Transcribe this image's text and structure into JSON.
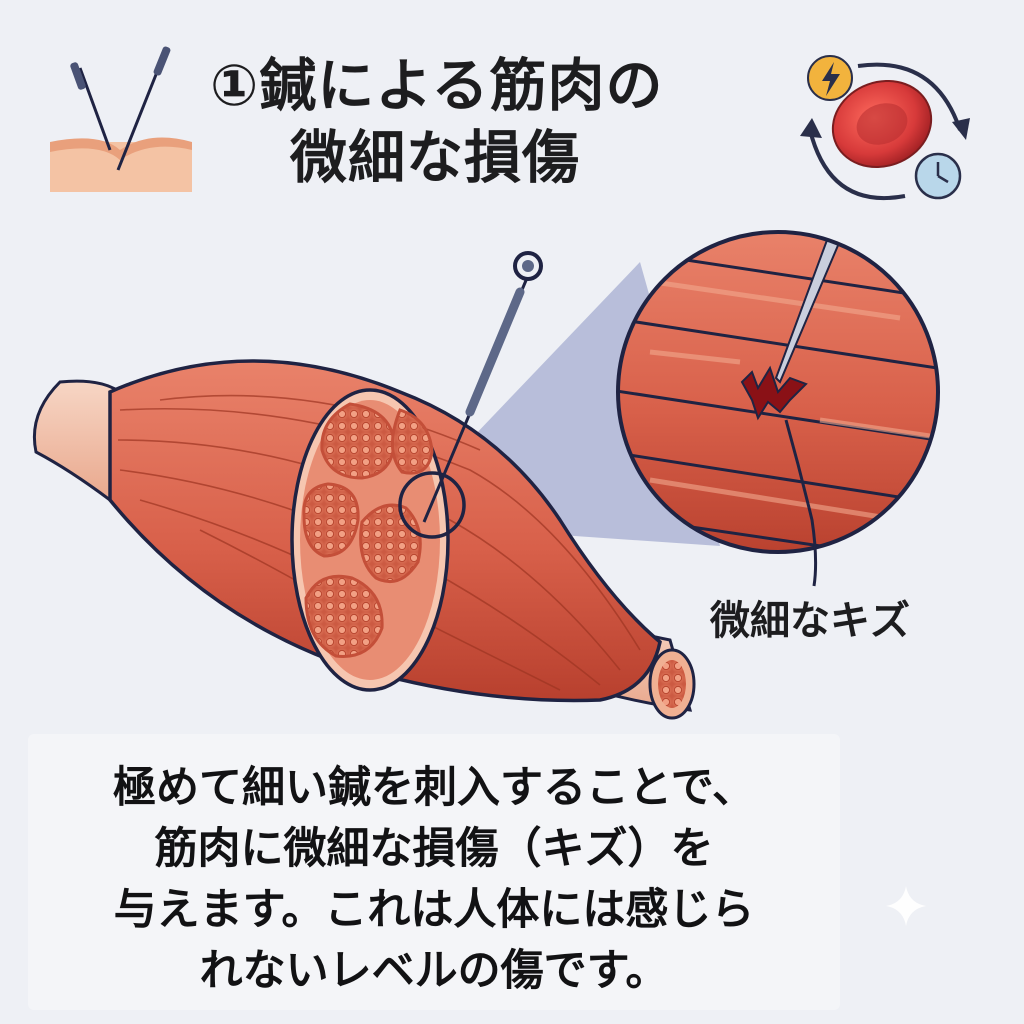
{
  "title": {
    "line1": "①鍼による筋肉の",
    "line2": "微細な損傷"
  },
  "callout": {
    "label": "微細なキズ"
  },
  "caption": {
    "lines": [
      "極めて細い鍼を刺入することで、",
      "筋肉に微細な損傷（キズ）を",
      "与えます。これは人体には感じら",
      "れないレベルの傷です。"
    ]
  },
  "icons": {
    "top_left": "acupuncture-needles-skin-icon",
    "top_right": "blood-cell-cycle-icon",
    "lightning": "lightning-icon",
    "clock": "clock-icon"
  },
  "colors": {
    "muscle": "#d8604a",
    "muscle_dark": "#b8402e",
    "tendon": "#f3c4ae",
    "outline": "#1f2343",
    "magnify_beam": "#8d95c3",
    "blood_cell": "#d73a3a",
    "lightning_badge": "#f2b33d",
    "clock_badge": "#b9d7ea",
    "needle": "#5d6888"
  }
}
